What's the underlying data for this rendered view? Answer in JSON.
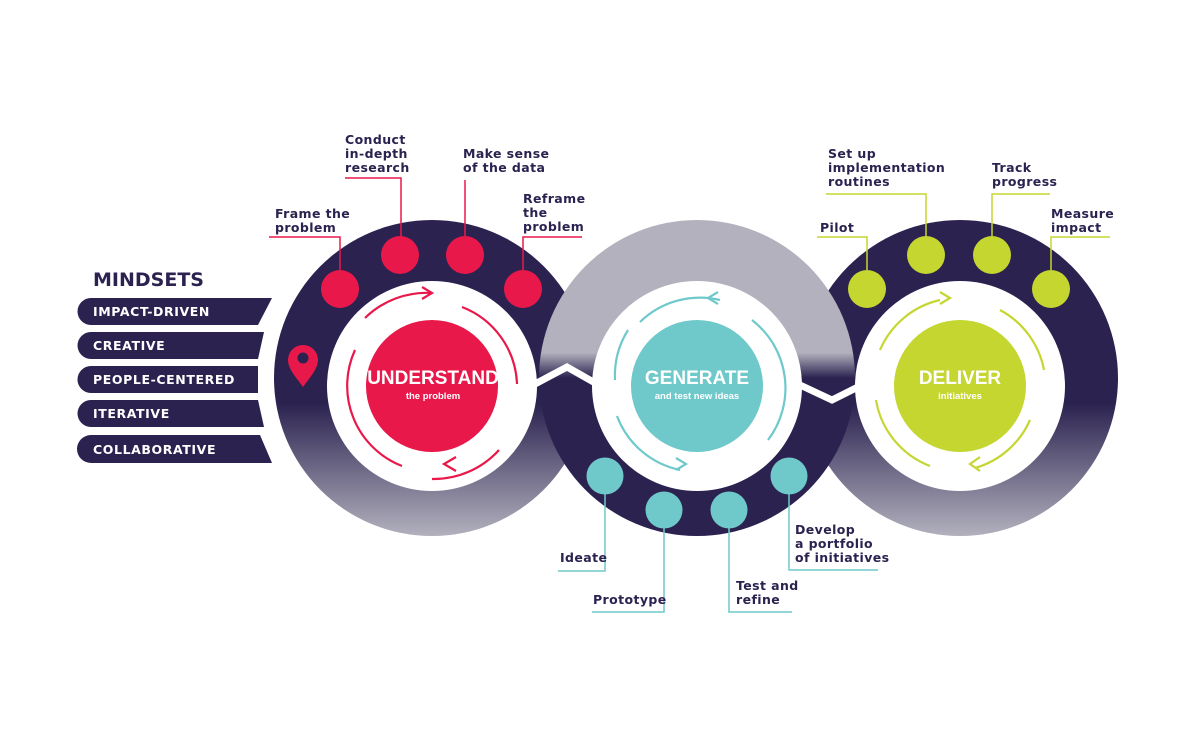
{
  "mindsets": {
    "title": "MINDSETS",
    "items": [
      "IMPACT-DRIVEN",
      "CREATIVE",
      "PEOPLE-CENTERED",
      "ITERATIVE",
      "COLLABORATIVE"
    ]
  },
  "phases": {
    "understand": {
      "title": "UNDERSTAND",
      "subtitle": "the problem"
    },
    "generate": {
      "title": "GENERATE",
      "subtitle": "and test new ideas"
    },
    "deliver": {
      "title": "DELIVER",
      "subtitle": "initiatives"
    }
  },
  "steps": {
    "frame": [
      "Frame the",
      "problem"
    ],
    "conduct": [
      "Conduct",
      "in-depth",
      "research"
    ],
    "make_sense": [
      "Make sense",
      "of the data"
    ],
    "reframe": [
      "Reframe",
      "the",
      "problem"
    ],
    "ideate": [
      "Ideate"
    ],
    "prototype": [
      "Prototype"
    ],
    "test_refine": [
      "Test and",
      "refine"
    ],
    "develop": [
      "Develop",
      "a portfolio",
      "of initiatives"
    ],
    "pilot": [
      "Pilot"
    ],
    "setup": [
      "Set up",
      "implementation",
      "routines"
    ],
    "track": [
      "Track",
      "progress"
    ],
    "measure": [
      "Measure",
      "impact"
    ]
  },
  "colors": {
    "navy": "#2b2250",
    "grey": "#b2b1bd",
    "red": "#e8194a",
    "teal": "#6fc9cb",
    "lime": "#c5d630"
  },
  "icons": {
    "location": "map-pin-icon"
  }
}
